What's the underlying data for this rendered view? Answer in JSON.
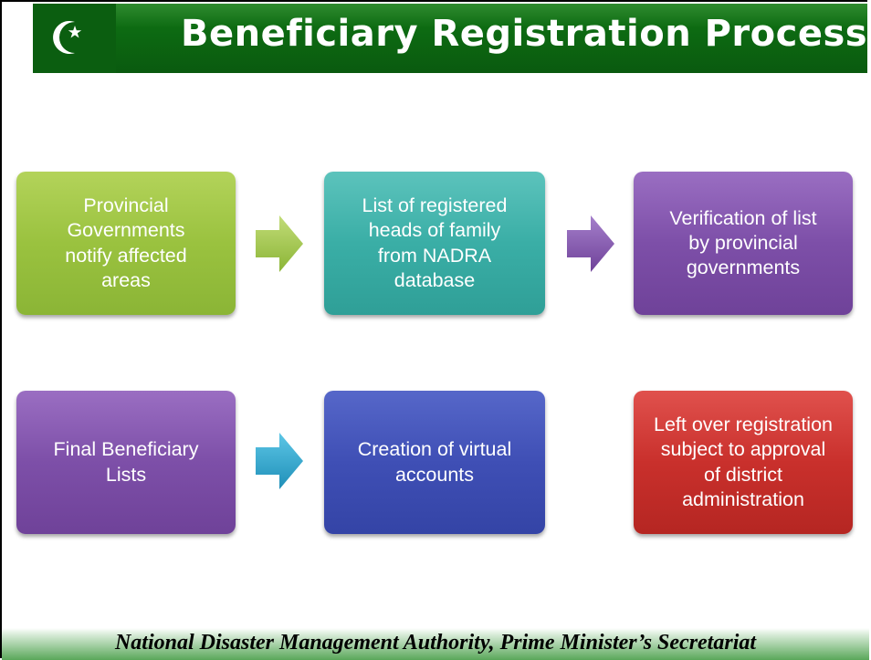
{
  "header": {
    "title": "Beneficiary Registration Process",
    "emblem_icon": "crescent-star-icon",
    "colors": {
      "header_green": "#0d6b12",
      "text": "#ffffff"
    }
  },
  "process": {
    "steps": [
      {
        "label": "Provincial\nGovernments\nnotify affected\nareas",
        "color": "#9ac23f"
      },
      {
        "label": "List of registered\nheads of family\nfrom NADRA\ndatabase",
        "color": "#3aaea6"
      },
      {
        "label": "Verification of list\nby provincial\ngovernments",
        "color": "#7d4fa8"
      },
      {
        "label": "Final Beneficiary\nLists",
        "color": "#7d4fa8"
      },
      {
        "label": "Creation of virtual\naccounts",
        "color": "#3f4fb5"
      },
      {
        "label": "Left over registration\nsubject to approval\nof district\nadministration",
        "color": "#c9302c"
      }
    ],
    "arrows": [
      {
        "icon": "arrow-right-icon",
        "color": "#9ac23f"
      },
      {
        "icon": "arrow-right-icon",
        "color": "#7d4fa8"
      },
      {
        "icon": "arrow-right-icon",
        "color": "#2a9fc4"
      }
    ]
  },
  "footer": {
    "text": "National Disaster Management Authority, Prime Minister’s Secretariat"
  }
}
